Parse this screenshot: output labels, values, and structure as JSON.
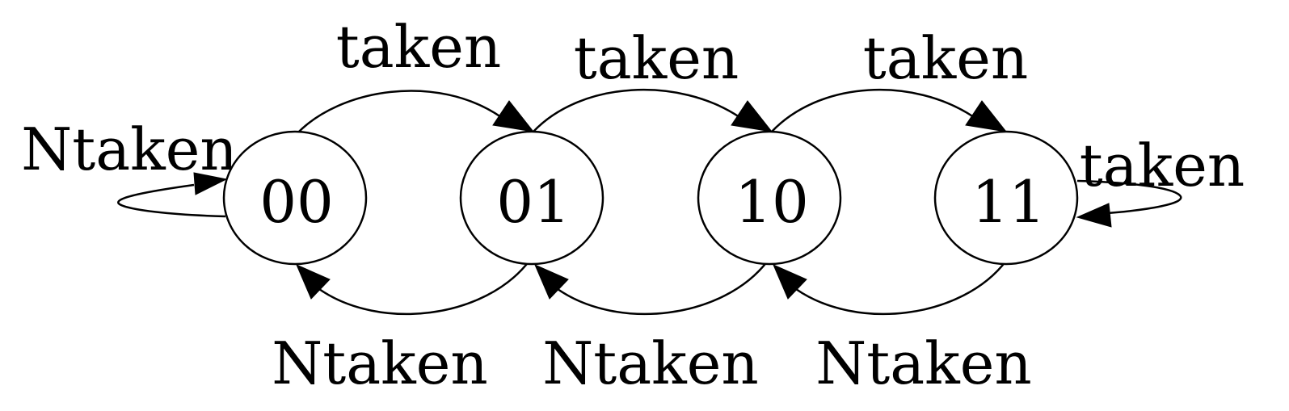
{
  "diagram": {
    "states": [
      {
        "id": "s00",
        "label": "00"
      },
      {
        "id": "s01",
        "label": "01"
      },
      {
        "id": "s10",
        "label": "10"
      },
      {
        "id": "s11",
        "label": "11"
      }
    ],
    "edges": {
      "self_00": {
        "from": "00",
        "to": "00",
        "label": "Ntaken"
      },
      "t_00_01": {
        "from": "00",
        "to": "01",
        "label": "taken"
      },
      "t_01_10": {
        "from": "01",
        "to": "10",
        "label": "taken"
      },
      "t_10_11": {
        "from": "10",
        "to": "11",
        "label": "taken"
      },
      "self_11": {
        "from": "11",
        "to": "11",
        "label": "taken"
      },
      "n_01_00": {
        "from": "01",
        "to": "00",
        "label": "Ntaken"
      },
      "n_10_01": {
        "from": "10",
        "to": "01",
        "label": "Ntaken"
      },
      "n_11_10": {
        "from": "11",
        "to": "10",
        "label": "Ntaken"
      }
    },
    "colors": {
      "stroke": "#000000",
      "background": "#ffffff"
    }
  }
}
